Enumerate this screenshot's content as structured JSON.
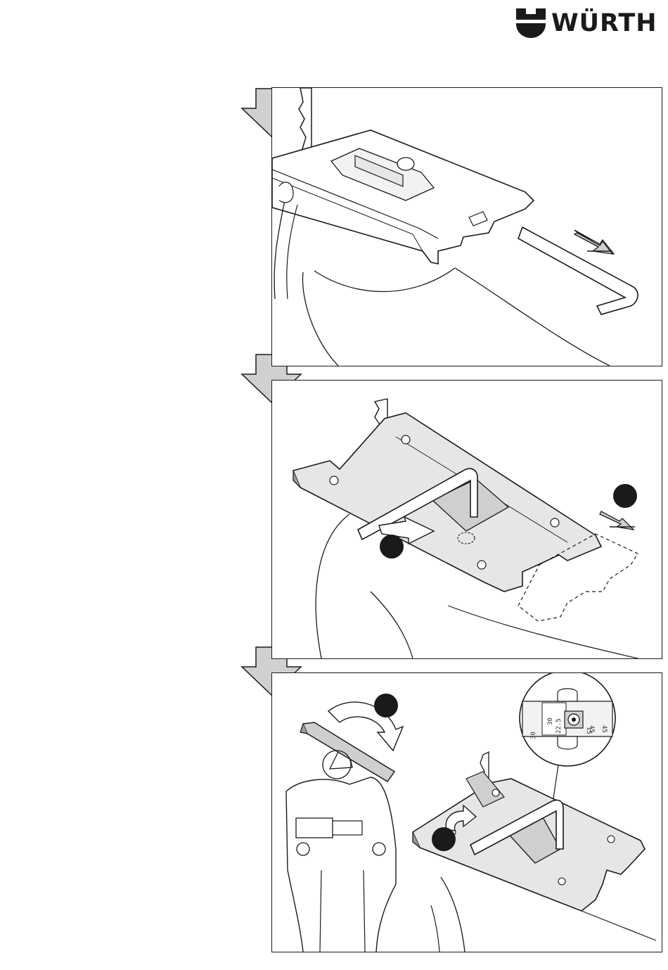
{
  "header": {
    "logo_text": "WÜRTH",
    "logo_icon": "wuerth-emblem-icon"
  },
  "steps": [
    {
      "id": 1,
      "arrow_icon": "down-arrow-icon",
      "description_icons": [
        "hex-key-icon",
        "pull-direction-arrow-icon"
      ]
    },
    {
      "id": 2,
      "arrow_icon": "down-arrow-icon",
      "description_icons": [
        "hex-key-icon",
        "loosen-arrow-icon",
        "slide-arrow-icon"
      ]
    },
    {
      "id": 3,
      "arrow_icon": "down-arrow-icon",
      "description_icons": [
        "rotate-arrow-icon",
        "tighten-arrow-icon",
        "angle-scale-icon"
      ]
    }
  ],
  "detail": {
    "scale_labels": [
      "30",
      "30",
      "45",
      "45",
      "22.5",
      "15"
    ]
  },
  "colors": {
    "line": "#1a1a1a",
    "arrow_fill": "#d0d0d0",
    "plate_fill": "#e6e6e6",
    "shade": "#9a9a9a"
  }
}
